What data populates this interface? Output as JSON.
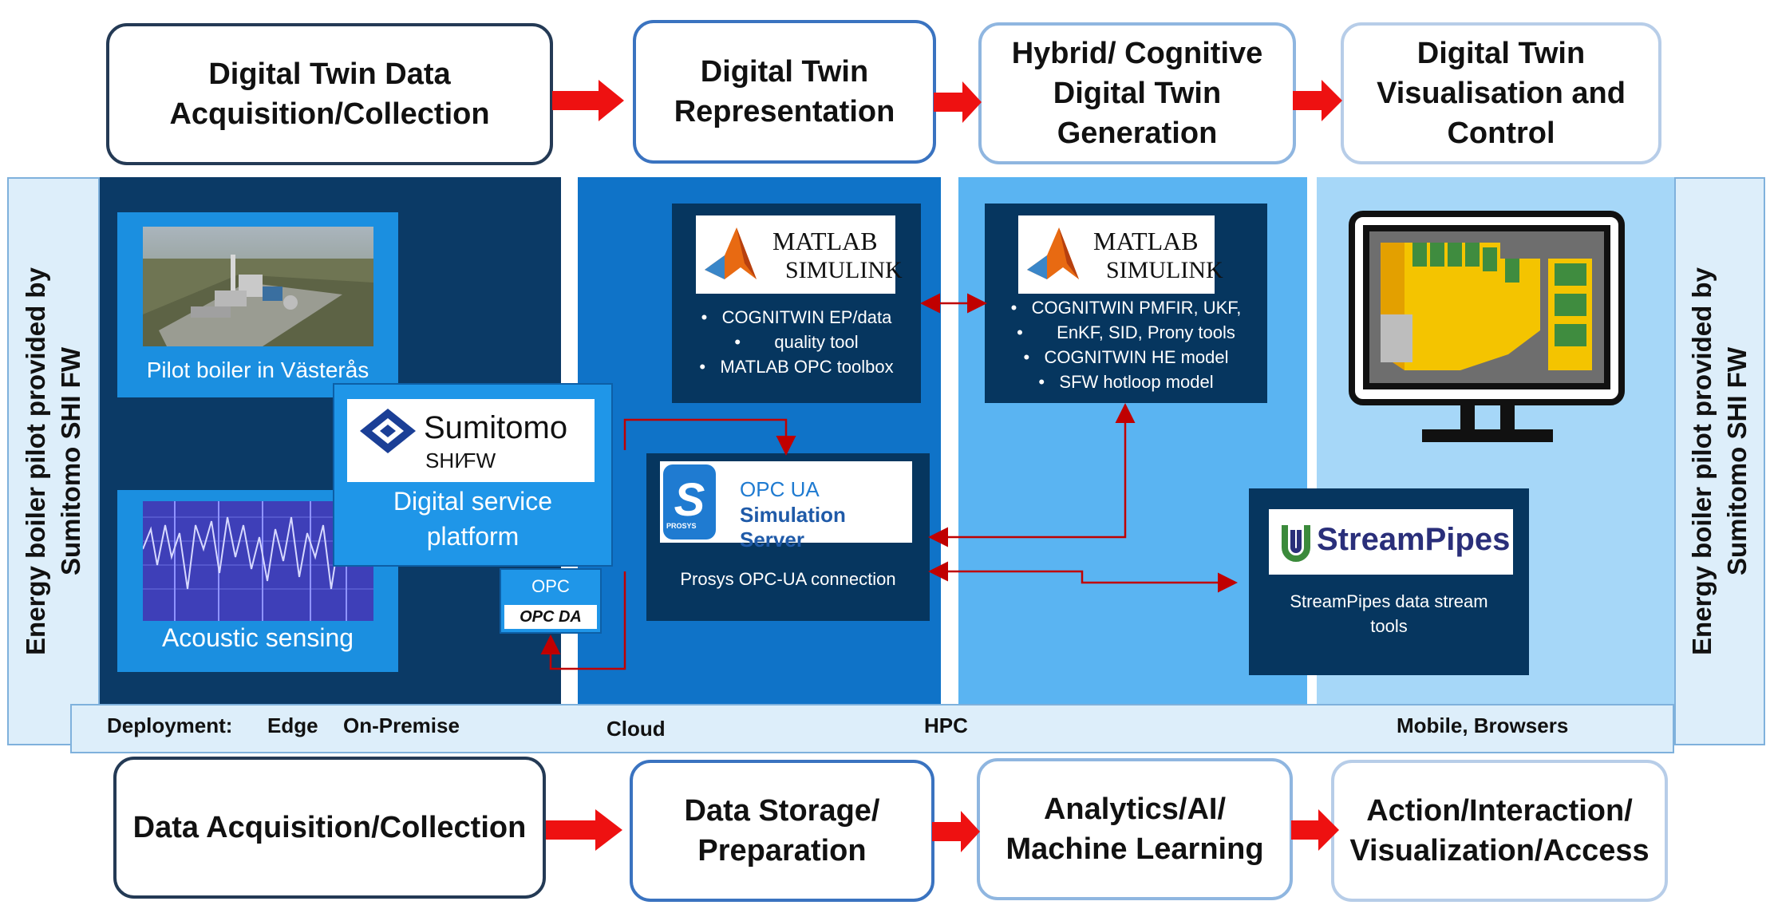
{
  "top_stages": [
    {
      "lines": [
        "Digital Twin Data",
        "Acquisition/Collection"
      ]
    },
    {
      "lines": [
        "Digital Twin",
        "Representation"
      ]
    },
    {
      "lines": [
        "Hybrid/ Cognitive",
        "Digital Twin",
        "Generation"
      ]
    },
    {
      "lines": [
        "Digital Twin",
        "Visualisation and",
        "Control"
      ]
    }
  ],
  "bottom_stages": [
    {
      "lines": [
        "Data Acquisition/Collection"
      ]
    },
    {
      "lines": [
        "Data Storage/",
        "Preparation"
      ]
    },
    {
      "lines": [
        "Analytics/AI/",
        "Machine Learning"
      ]
    },
    {
      "lines": [
        "Action/Interaction/",
        "Visualization/Access"
      ]
    }
  ],
  "side_label": [
    "Energy boiler pilot provided by",
    "Sumitomo SHI FW"
  ],
  "edge": {
    "pilot_caption": "Pilot boiler in Västerås",
    "acoustic_caption": "Acoustic sensing",
    "sumitomo_logo_name": "Sumitomo",
    "sumitomo_logo_sub": "SHI⁄FW",
    "platform_label": [
      "Digital service",
      "platform"
    ],
    "opc_label": "OPC",
    "opc_da_label": "OPC DA"
  },
  "cloud": {
    "matlab_word": "MATLAB",
    "simulink_word": "SIMULINK",
    "matlab_bullets": [
      "COGNITWIN EP/data",
      "quality tool",
      "MATLAB OPC toolbox"
    ],
    "opc_ua_title": "OPC UA",
    "opc_ua_sub": "Simulation Server",
    "prosys_badge": "PROSYS",
    "opc_ua_caption": "Prosys OPC-UA connection"
  },
  "hpc": {
    "matlab_word": "MATLAB",
    "simulink_word": "SIMULINK",
    "matlab_bullets": [
      "COGNITWIN PMFIR, UKF,",
      "EnKF, SID, Prony tools",
      "COGNITWIN HE model",
      "SFW hotloop model"
    ]
  },
  "mobile": {
    "streampipes_logo": "StreamPipes",
    "streampipes_caption": [
      "StreamPipes data stream",
      "tools"
    ]
  },
  "deployment": {
    "label": "Deployment:",
    "edge": "Edge",
    "on_premise": "On-Premise",
    "cloud": "Cloud",
    "hpc": "HPC",
    "mobile": "Mobile,  Browsers"
  },
  "colors": {
    "edge_bg": "#0b3a66",
    "cloud_bg": "#0f73c8",
    "hpc_bg": "#5ab4f2",
    "mobile_bg": "#a6d7f8",
    "dark_box": "#06365f",
    "side_bg": "#ddeefa",
    "arrow_red": "#ee1111",
    "connector_red": "#c00000"
  }
}
